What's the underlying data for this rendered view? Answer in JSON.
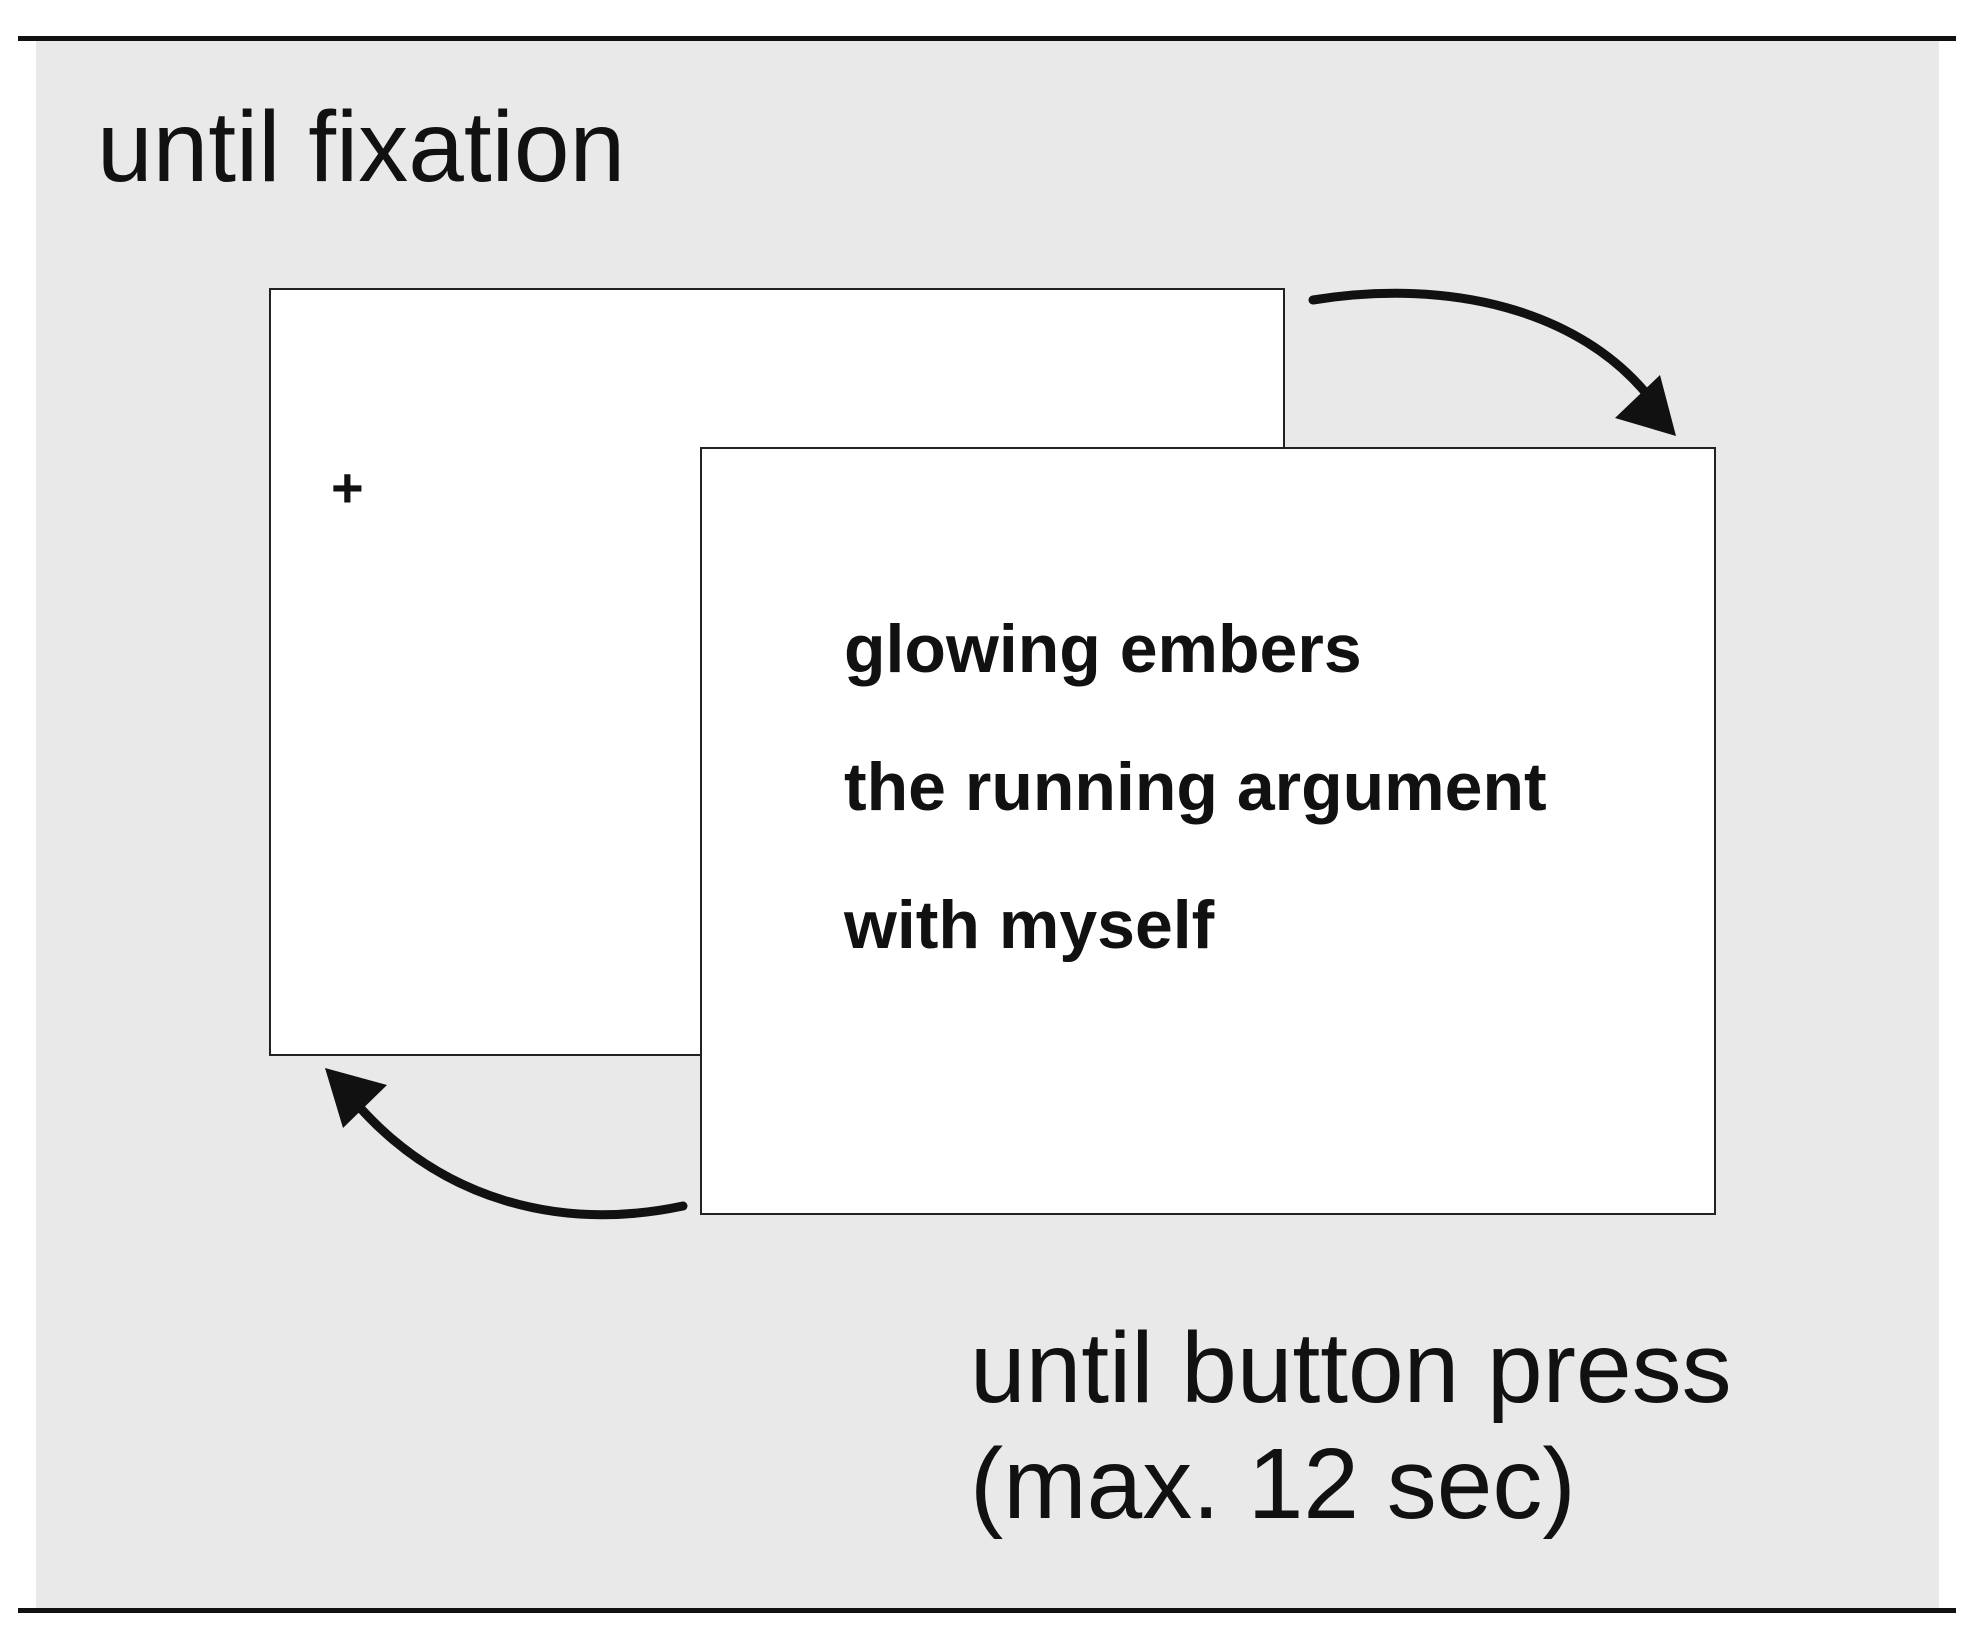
{
  "labels": {
    "top": "until fixation",
    "bottom_line1": "until button press",
    "bottom_line2": "(max. 12 sec)"
  },
  "fixation_screen": {
    "cross": "+"
  },
  "text_screen": {
    "lines": [
      "glowing embers",
      "the running argument",
      "with myself"
    ]
  },
  "colors": {
    "panel": "#e9e9e9",
    "screen": "#ffffff",
    "ink": "#111111"
  }
}
